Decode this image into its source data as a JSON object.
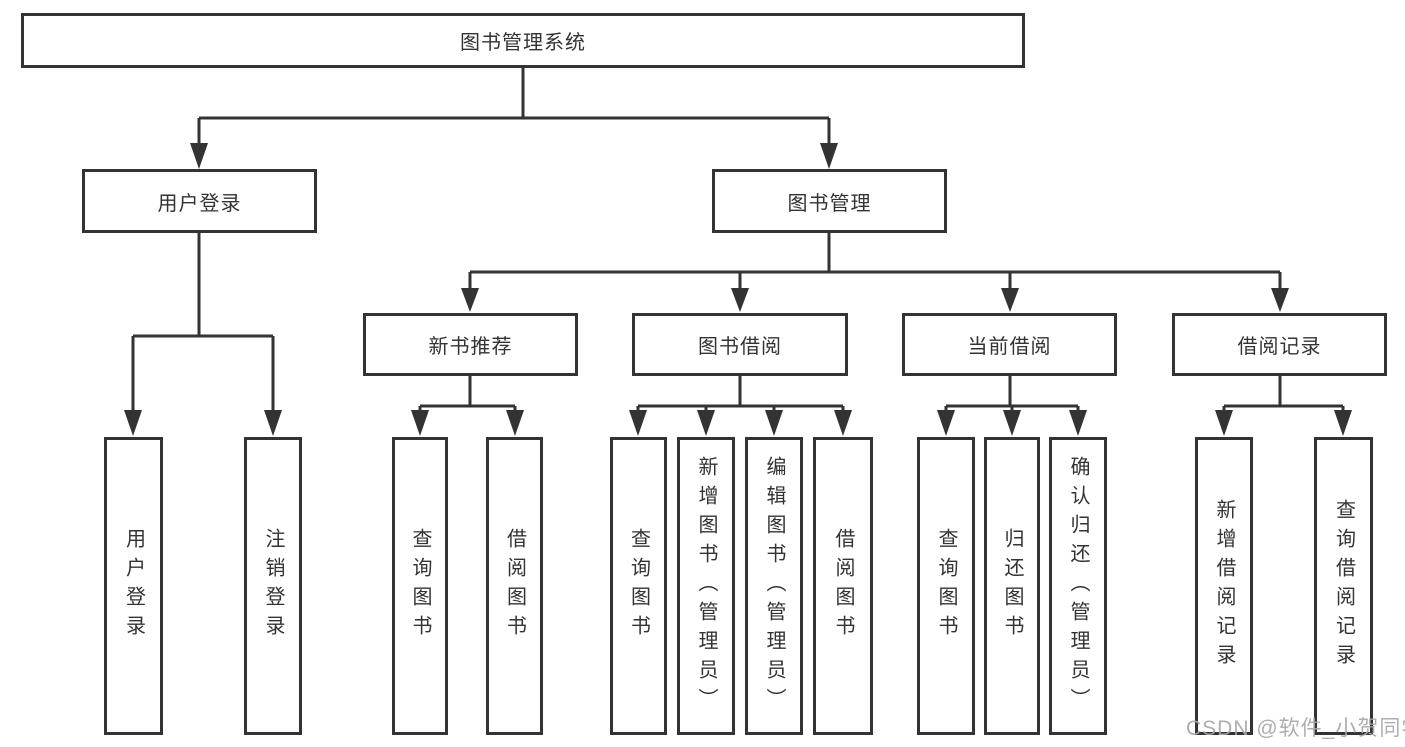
{
  "diagram": {
    "colors": {
      "line": "#333333",
      "text": "#333333",
      "background": "#ffffff",
      "watermark": "#a8a8a8"
    },
    "tree": {
      "label": "图书管理系统",
      "children": [
        {
          "label": "用户登录",
          "children": [
            {
              "label": "用户登录"
            },
            {
              "label": "注销登录"
            }
          ]
        },
        {
          "label": "图书管理",
          "children": [
            {
              "label": "新书推荐",
              "children": [
                {
                  "label": "查询图书"
                },
                {
                  "label": "借阅图书"
                }
              ]
            },
            {
              "label": "图书借阅",
              "children": [
                {
                  "label": "查询图书"
                },
                {
                  "label": "新增图书（管理员）"
                },
                {
                  "label": "编辑图书（管理员）"
                },
                {
                  "label": "借阅图书"
                }
              ]
            },
            {
              "label": "当前借阅",
              "children": [
                {
                  "label": "查询图书"
                },
                {
                  "label": "归还图书"
                },
                {
                  "label": "确认归还（管理员）"
                }
              ]
            },
            {
              "label": "借阅记录",
              "children": [
                {
                  "label": "新增借阅记录"
                },
                {
                  "label": "查询借阅记录"
                }
              ]
            }
          ]
        }
      ]
    }
  },
  "watermark": {
    "text": "CSDN @软件_小贺同学"
  }
}
